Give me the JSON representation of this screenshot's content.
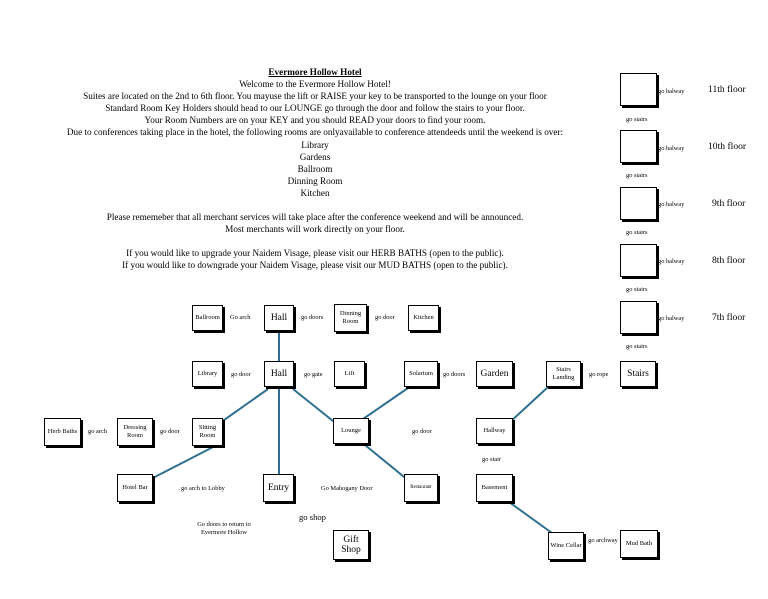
{
  "notice": {
    "title": "Evermore Hollow Hotel",
    "lines": [
      "Welcome to the Evermore Hollow Hotel!",
      "Suites are located on the 2nd to 6th floor.  You mayuse the lift or RAISE your key to be transported to the lounge on your floor",
      "Standard Room Key Holders should head to our LOUNGE go through the door and follow the stairs to your floor.",
      "Your Room Numbers are on your KEY and you should READ your doors to find your room.",
      "Due to conferences taking place in the hotel, the following rooms are onlyavailable to conference attendeeds until the weekend is over:",
      "Library",
      "Gardens",
      "Ballroom",
      "Dinning Room",
      "Kitchen"
    ],
    "lines2": [
      "Please rememeber that all merchant services will take place after the conference weekend and will be announced.",
      "Most merchants will work directly on your floor."
    ],
    "lines3": [
      "If you would like to upgrade your Naidem Visage, please visit our HERB BATHS (open to the public).",
      "If you would like to downgrade your Naidem Visage, please visit our MUD BATHS (open to the public)."
    ]
  },
  "floors": {
    "f11": {
      "label": "11th floor",
      "hallway": "go halway",
      "stairs": "go stairs"
    },
    "f10": {
      "label": "10th floor",
      "hallway": "go halway",
      "stairs": "go stairs"
    },
    "f9": {
      "label": "9th floor",
      "hallway": "go halway",
      "stairs": "go stairs"
    },
    "f8": {
      "label": "8th floor",
      "hallway": "go halway",
      "stairs": "go stairs"
    },
    "f7": {
      "label": "7th floor",
      "hallway": "go halway",
      "stairs": "go stairs"
    }
  },
  "rooms": {
    "ballroom": "Ballroom",
    "hall_top": "Hall",
    "dining": "Dinning Room",
    "kitchen": "Kitchen",
    "library": "Library",
    "hall_mid": "Hall",
    "lift": "Lift",
    "solarium": "Solarium",
    "garden": "Garden",
    "stairs_landing": "Stairs Landing",
    "stairs": "Stairs",
    "herb_baths": "Herb Baths",
    "dressing": "Dressing Room",
    "sitting": "Sitting Room",
    "lounge": "Lounge",
    "hallway": "Hallway",
    "hotel_bar": "Hotel Bar",
    "entry": "Entry",
    "restaurant": "Restaurant",
    "basement": "Basement",
    "gift_shop": "Gift Shop",
    "wine_cellar": "Wine Cellar",
    "mud_bath": "Mud Bath"
  },
  "links": {
    "go_arch_ballroom": "Go arch",
    "go_doors_dining": "go doors",
    "go_door_kitchen": "go door",
    "go_door_library": "go door",
    "go_gate": "go gate",
    "go_doors_garden": "go doors",
    "go_rope": "go rope",
    "go_arch_herb": "go arch",
    "go_door_dressing": "go door",
    "go_door_lounge": "go door",
    "go_stair": "go stair",
    "go_arch_lobby": "go arch to Lobby",
    "go_mahogany": "Go Mahogany Door",
    "go_shop": "go shop",
    "go_doors_return": "Go doors to return to Evermore Hollow",
    "go_archway": "go archway"
  }
}
